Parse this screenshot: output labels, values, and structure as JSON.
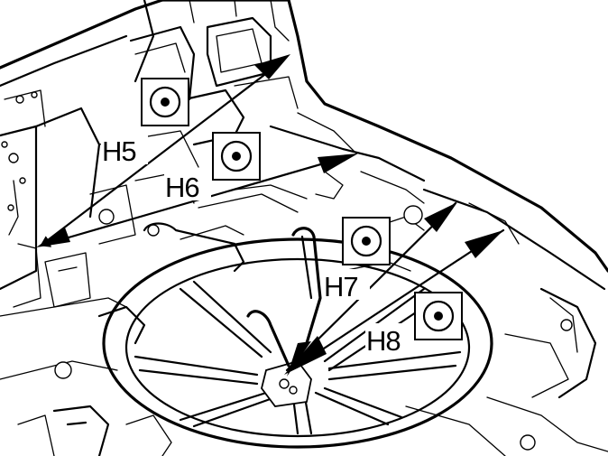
{
  "labels": {
    "h5": "H5",
    "h6": "H6",
    "h7": "H7",
    "h8": "H8"
  },
  "icons": [
    "datum-point-icon",
    "datum-point-icon",
    "datum-point-icon",
    "datum-point-icon"
  ],
  "colors": {
    "line": "#000000",
    "background": "#ffffff"
  }
}
